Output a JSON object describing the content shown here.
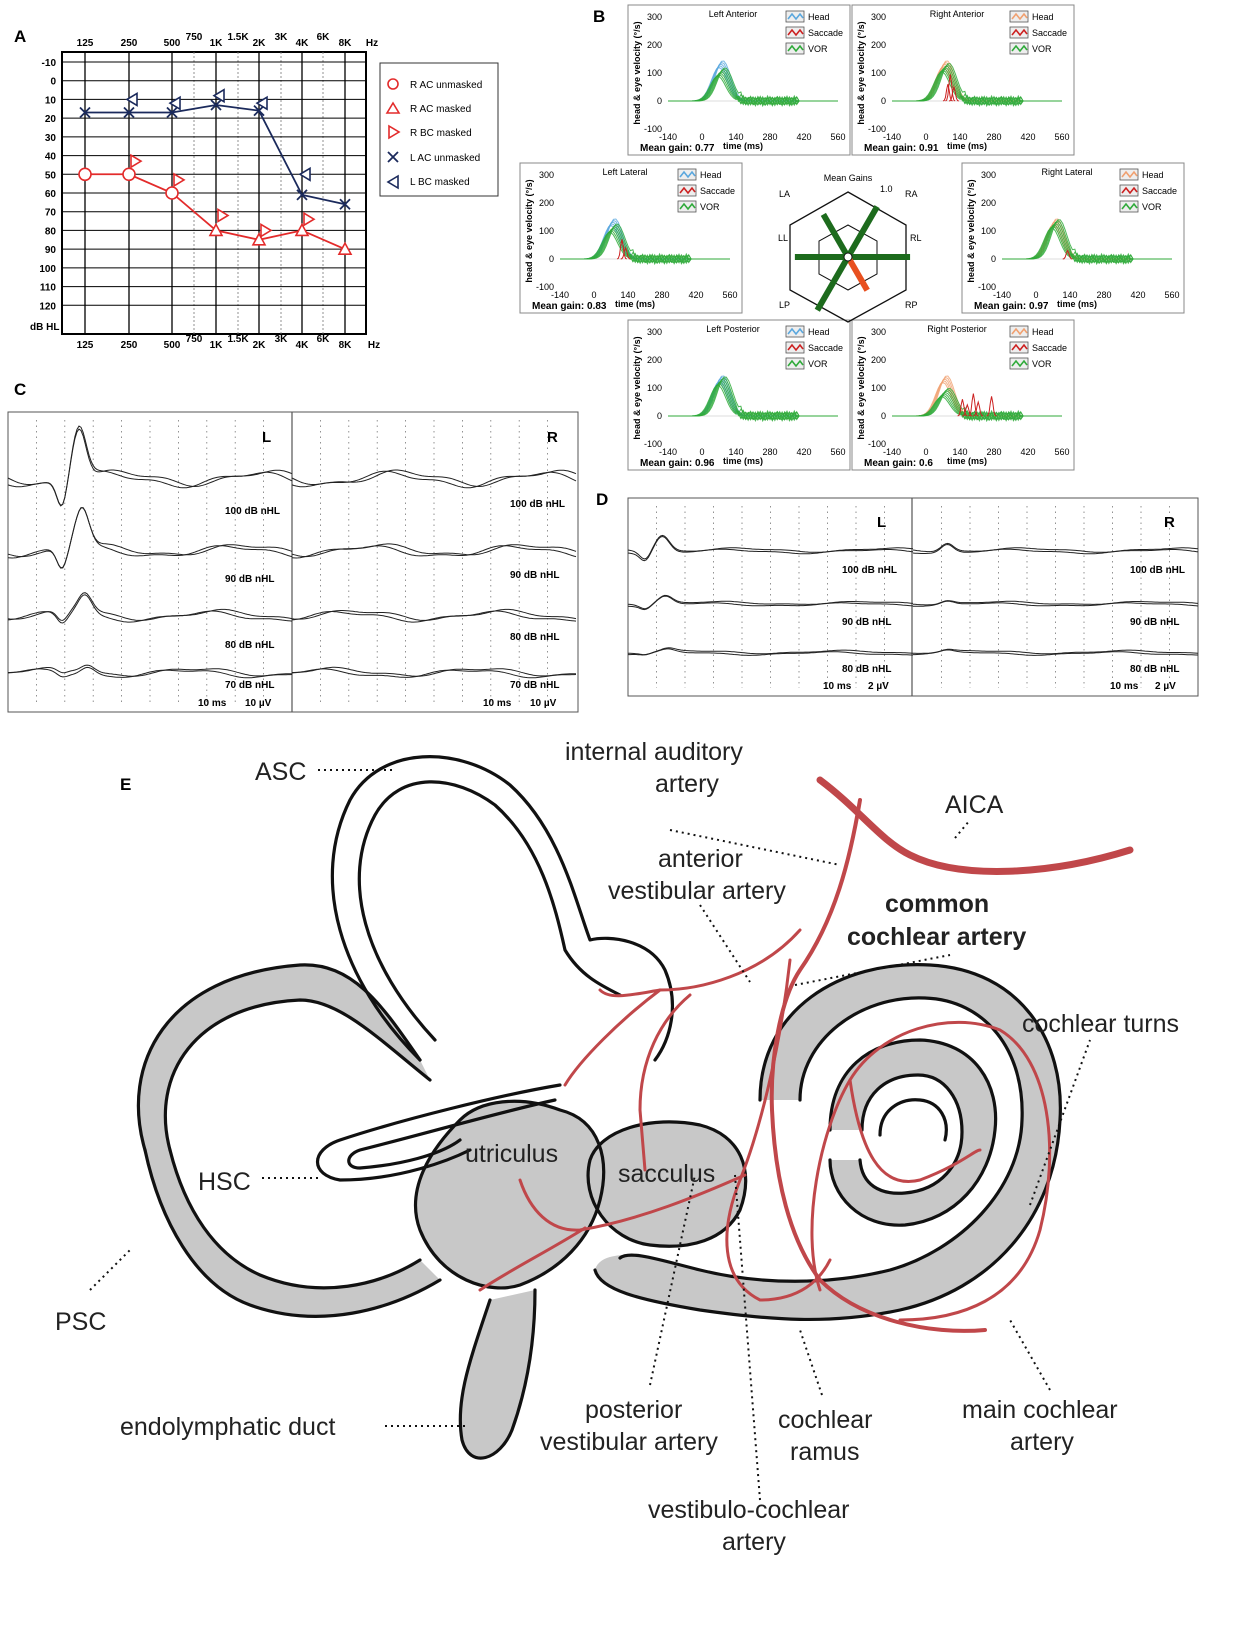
{
  "panels": {
    "a": "A",
    "b": "B",
    "c": "C",
    "d": "D",
    "e": "E"
  },
  "audiogram": {
    "top_freq_labels": [
      "125",
      "250",
      "500",
      "750",
      "1K",
      "1.5K",
      "2K",
      "3K",
      "4K",
      "6K",
      "8K",
      "Hz"
    ],
    "bottom_freq_labels": [
      "125",
      "250",
      "500",
      "750",
      "1K",
      "1.5K",
      "2K",
      "3K",
      "4K",
      "6K",
      "8K",
      "Hz"
    ],
    "db_labels": [
      "-10",
      "0",
      "10",
      "20",
      "30",
      "40",
      "50",
      "60",
      "70",
      "80",
      "90",
      "100",
      "110",
      "120",
      "dB HL"
    ],
    "legend": [
      "R AC unmasked",
      "R AC masked",
      "R BC masked",
      "L AC unmasked",
      "L BC masked"
    ],
    "colors": {
      "right": "#e32b2b",
      "left": "#1b2a5c"
    }
  },
  "chart_data": {
    "type": "line",
    "x": [
      125,
      250,
      500,
      1000,
      2000,
      4000,
      8000
    ],
    "ylim": [
      -10,
      130
    ],
    "y_inverted": true,
    "series": [
      {
        "name": "R AC unmasked",
        "points": [
          [
            125,
            50
          ],
          [
            250,
            50
          ],
          [
            500,
            60
          ]
        ]
      },
      {
        "name": "R AC masked",
        "points": [
          [
            1000,
            80
          ],
          [
            2000,
            85
          ],
          [
            4000,
            80
          ],
          [
            8000,
            90
          ]
        ]
      },
      {
        "name": "R BC masked",
        "points": [
          [
            250,
            43
          ],
          [
            500,
            53
          ],
          [
            1000,
            72
          ],
          [
            2000,
            80
          ],
          [
            4000,
            74
          ]
        ]
      },
      {
        "name": "L AC unmasked",
        "points": [
          [
            125,
            17
          ],
          [
            250,
            17
          ],
          [
            500,
            17
          ],
          [
            1000,
            13
          ],
          [
            2000,
            16
          ],
          [
            4000,
            61
          ],
          [
            8000,
            66
          ]
        ]
      },
      {
        "name": "L BC masked",
        "points": [
          [
            250,
            10
          ],
          [
            500,
            12
          ],
          [
            1000,
            8
          ],
          [
            2000,
            12
          ],
          [
            4000,
            50
          ]
        ]
      }
    ]
  },
  "vhit": {
    "y_axis_label": "head & eye velocity (°/s)",
    "x_axis_label": "time (ms)",
    "x_ticks": [
      "-140",
      "0",
      "140",
      "280",
      "420",
      "560"
    ],
    "y_ticks": [
      "300",
      "200",
      "100",
      "0",
      "-100"
    ],
    "legend_items": [
      "Head",
      "Saccade",
      "VOR"
    ],
    "gain_prefix": "Mean gain:",
    "plots": [
      {
        "title": "Left Anterior",
        "gain": "0.77"
      },
      {
        "title": "Right Anterior",
        "gain": "0.91"
      },
      {
        "title": "Left Lateral",
        "gain": "0.83"
      },
      {
        "title": "Right Lateral",
        "gain": "0.97"
      },
      {
        "title": "Left Posterior",
        "gain": "0.96"
      },
      {
        "title": "Right Posterior",
        "gain": "0.6"
      }
    ],
    "mean_gains": {
      "title": "Mean Gains",
      "scale_max": "1.0",
      "labels": [
        "LA",
        "RA",
        "LL",
        "RL",
        "LP",
        "RP"
      ],
      "values": {
        "LA": 0.77,
        "RA": 0.91,
        "LL": 0.83,
        "RL": 0.97,
        "LP": 0.96,
        "RP": 0.6
      }
    },
    "colors": {
      "head_left": "#5aa7de",
      "head_right": "#f0a070",
      "saccade": "#cc2020",
      "vor": "#2faa3a",
      "gain_bar": "#1d6b1d",
      "gain_bar_low": "#e8501f"
    }
  },
  "abr": {
    "side_left": "L",
    "side_right": "R",
    "levels": [
      "100 dB nHL",
      "90 dB nHL",
      "80 dB nHL",
      "70 dB nHL"
    ],
    "scale_time": "10 ms",
    "scale_amp": "10 µV"
  },
  "vemp": {
    "side_left": "L",
    "side_right": "R",
    "levels": [
      "100 dB nHL",
      "90 dB nHL",
      "80 dB nHL"
    ],
    "scale_time": "10 ms",
    "scale_amp": "2 µV"
  },
  "anatomy": {
    "labels": {
      "asc": "ASC",
      "hsc": "HSC",
      "psc": "PSC",
      "utriculus": "utriculus",
      "sacculus": "sacculus",
      "endolymphatic_duct": "endolymphatic duct",
      "internal_auditory_artery_1": "internal auditory",
      "internal_auditory_artery_2": "artery",
      "aica": "AICA",
      "anterior_vestibular_artery_1": "anterior",
      "anterior_vestibular_artery_2": "vestibular artery",
      "common_cochlear_artery_1": "common",
      "common_cochlear_artery_2": "cochlear artery",
      "cochlear_turns": "cochlear turns",
      "posterior_vestibular_artery_1": "posterior",
      "posterior_vestibular_artery_2": "vestibular artery",
      "cochlear_ramus_1": "cochlear",
      "cochlear_ramus_2": "ramus",
      "main_cochlear_artery_1": "main cochlear",
      "main_cochlear_artery_2": "artery",
      "vestibulo_cochlear_artery_1": "vestibulo-cochlear",
      "vestibulo_cochlear_artery_2": "artery"
    },
    "colors": {
      "artery": "#c0474a",
      "tissue": "#c8c8c8",
      "outline": "#111111"
    }
  }
}
